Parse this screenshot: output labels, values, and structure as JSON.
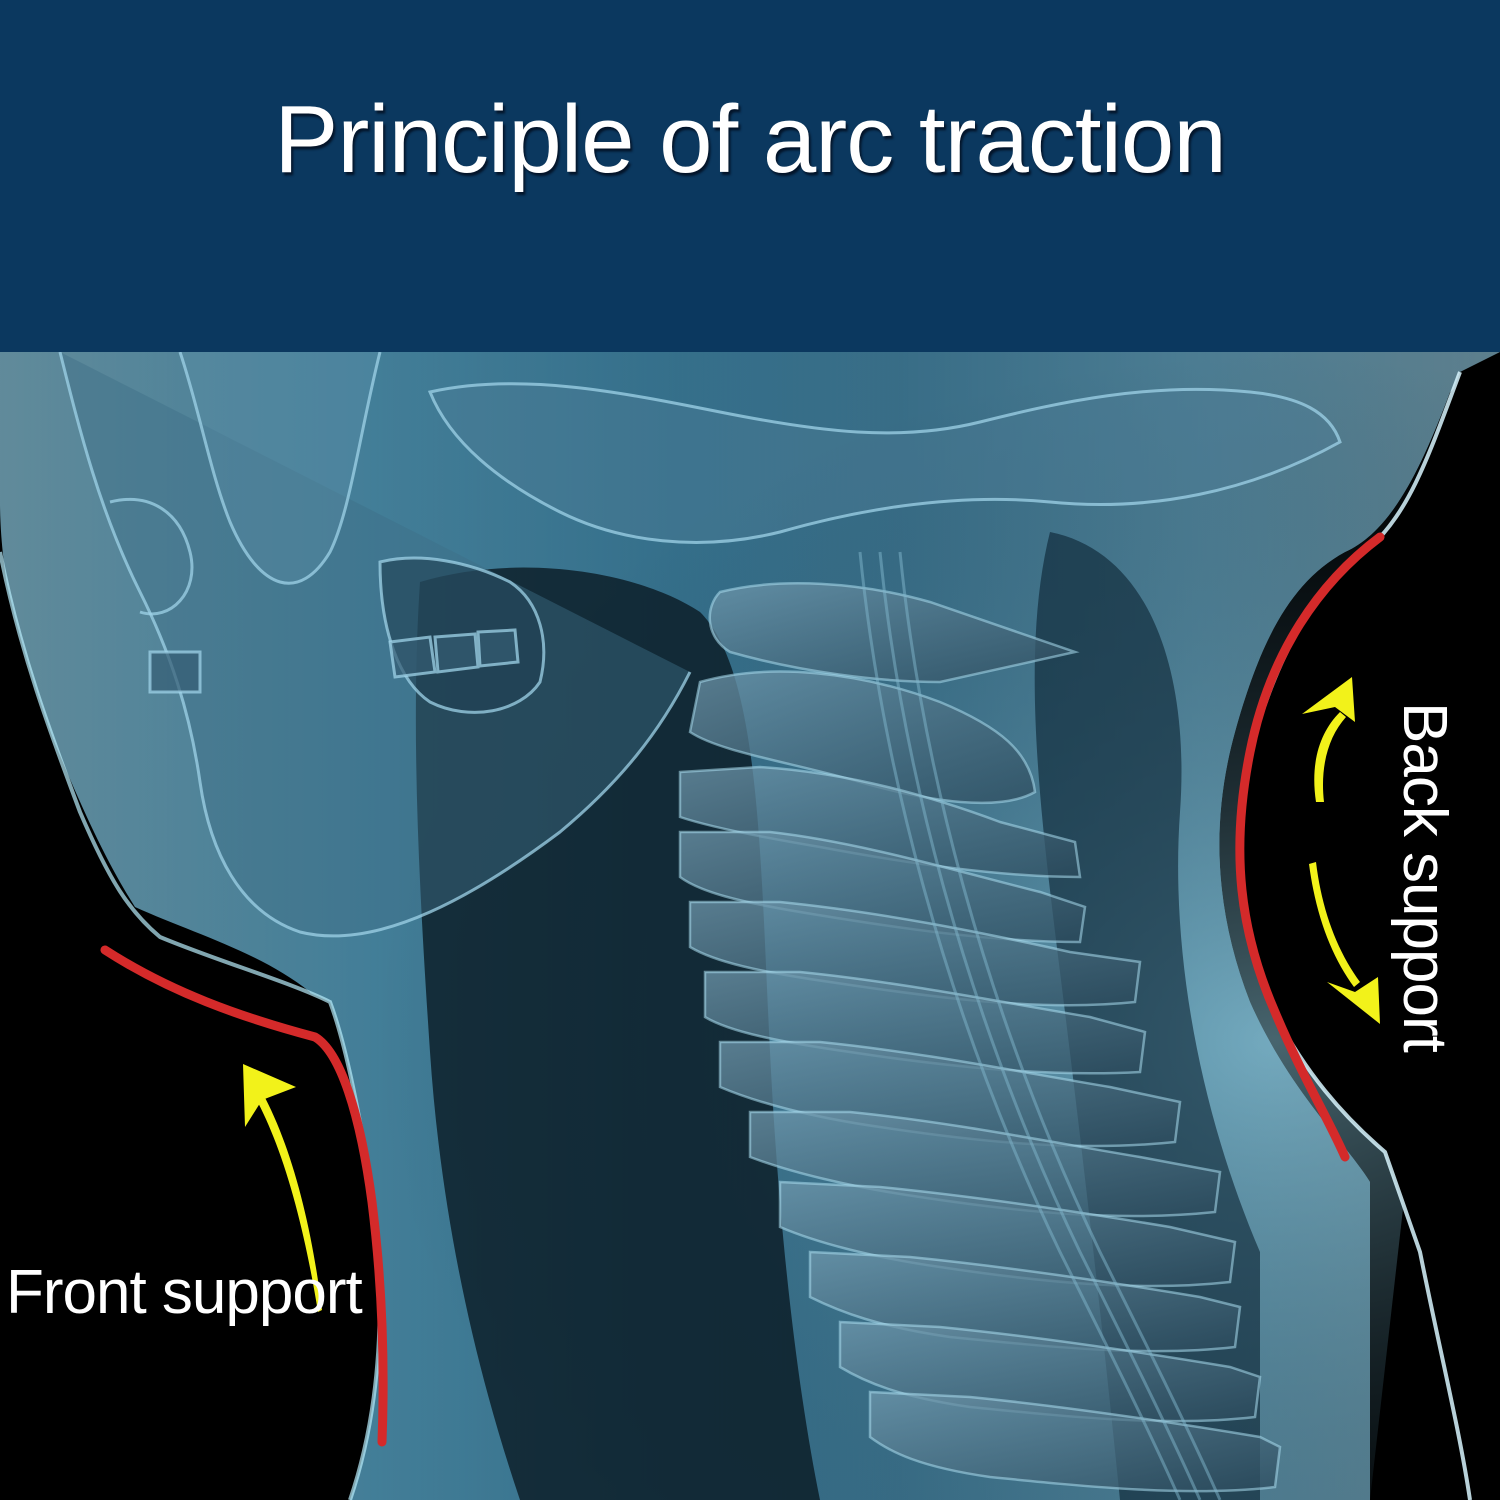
{
  "header": {
    "title": "Principle of arc traction",
    "background_color": "#0b385f",
    "text_color": "#ffffff"
  },
  "illustration": {
    "subject": "x-ray neck and cervical spine",
    "labels": {
      "front_support": "Front support",
      "back_support": "Back support"
    },
    "colors": {
      "background": "#000000",
      "skin_glow": "#8fd0ea",
      "bone": "#4a6f86",
      "support_arc": "#d42a2a",
      "arrow": "#f2f21a"
    },
    "icons": {
      "front_arrow": "curved-up-arrow",
      "back_arrow": "double-headed-curved-arrow"
    }
  }
}
